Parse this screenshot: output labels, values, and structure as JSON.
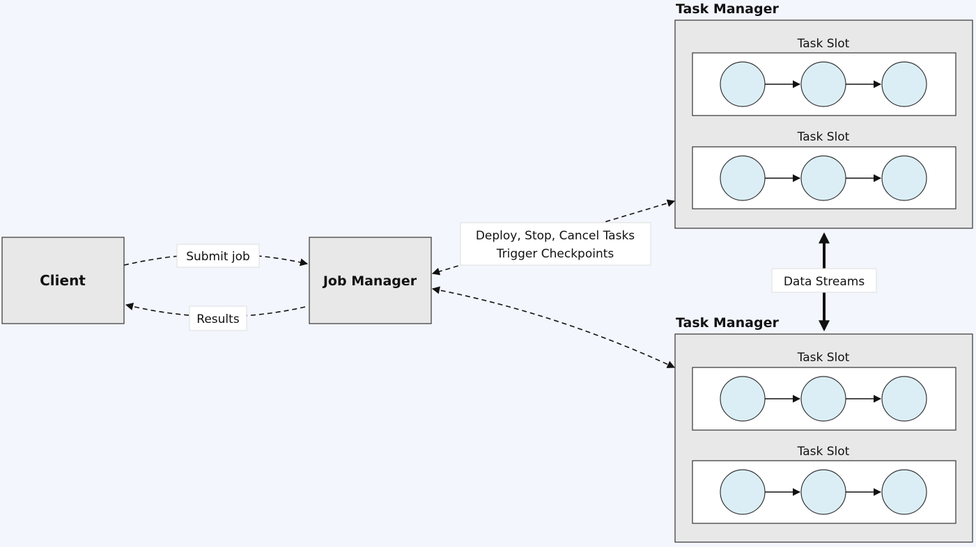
{
  "diagram": {
    "client": {
      "label": "Client"
    },
    "job_manager": {
      "label": "Job Manager"
    },
    "edges": {
      "submit_job": "Submit job",
      "results": "Results",
      "deploy_line1": "Deploy, Stop, Cancel Tasks",
      "deploy_line2": "Trigger Checkpoints",
      "data_streams": "Data Streams"
    },
    "task_managers": [
      {
        "title": "Task Manager",
        "slots": [
          {
            "label": "Task Slot",
            "tasks": 3
          },
          {
            "label": "Task Slot",
            "tasks": 3
          }
        ]
      },
      {
        "title": "Task Manager",
        "slots": [
          {
            "label": "Task Slot",
            "tasks": 3
          },
          {
            "label": "Task Slot",
            "tasks": 3
          }
        ]
      }
    ],
    "colors": {
      "background": "#f3f6fd",
      "box_fill": "#e8e8e8",
      "task_node_fill": "#dbeef6"
    }
  }
}
